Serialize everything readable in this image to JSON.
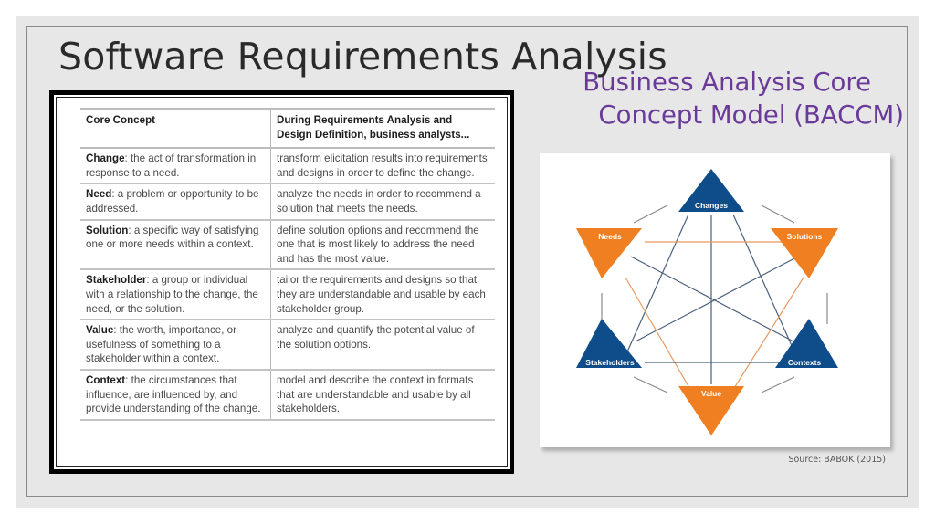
{
  "slide": {
    "title": "Software Requirements Analysis",
    "subtitle_line1": "Business Analysis Core",
    "subtitle_line2": "Concept Model (BACCM)",
    "source": "Source: BABOK (2015)"
  },
  "table": {
    "headers": [
      "Core Concept",
      "During Requirements Analysis and Design Definition, business analysts..."
    ],
    "rows": [
      {
        "term": "Change",
        "definition": ": the act of transformation in response to a need.",
        "activity": "transform elicitation results into requirements and designs in order to define the change."
      },
      {
        "term": "Need",
        "definition": ": a problem or opportunity to be addressed.",
        "activity": "analyze the needs in order to recommend a solution that meets the needs."
      },
      {
        "term": "Solution",
        "definition": ": a specific way of satisfying one or more needs within a context.",
        "activity": "define solution options and recommend the one that is most likely to address the need and has the most value."
      },
      {
        "term": "Stakeholder",
        "definition": ": a group or individual with a relationship to the change, the need, or the solution.",
        "activity": "tailor the requirements and designs so that they are understandable and usable by each stakeholder group."
      },
      {
        "term": "Value",
        "definition": ": the worth, importance, or usefulness of something to a stakeholder within a context.",
        "activity": "analyze and quantify the potential value of the solution options."
      },
      {
        "term": "Context",
        "definition": ": the circumstances that influence, are influenced by, and provide understanding of the change.",
        "activity": "model and describe the context in formats that are understandable and usable by all stakeholders."
      }
    ]
  },
  "diagram": {
    "nodes": {
      "changes": "Changes",
      "needs": "Needs",
      "solutions": "Solutions",
      "stakeholders": "Stakeholders",
      "contexts": "Contexts",
      "value": "Value"
    },
    "colors": {
      "blue": "#0f4c8a",
      "orange": "#f07f22",
      "blue_line": "#4a5f7a",
      "orange_line": "#e89a62",
      "grey_line": "#8a8a8a"
    }
  }
}
